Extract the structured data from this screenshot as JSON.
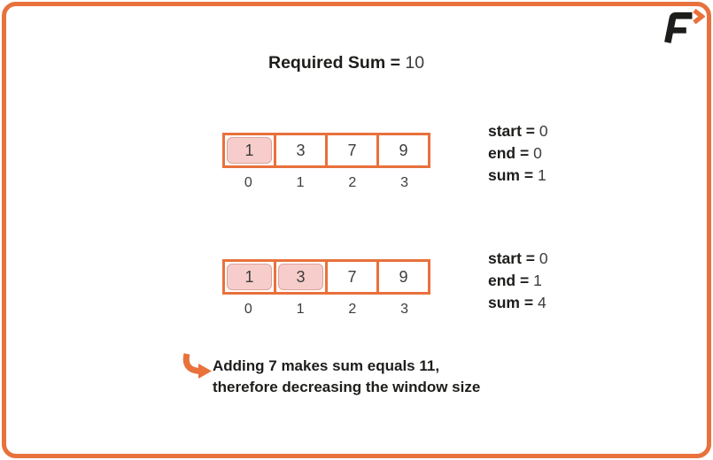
{
  "page": {
    "accent_color": "#E8713C",
    "highlight_fill": "#F6CDCA",
    "highlight_border": "#DFA29B",
    "text_color": "#1d1d1b"
  },
  "logo": {
    "letter": "F",
    "icon": "brand-f-chevron-icon"
  },
  "title": {
    "label": "Required Sum =",
    "value": "10"
  },
  "steps": [
    {
      "array": {
        "values": [
          "1",
          "3",
          "7",
          "9"
        ],
        "highlighted": [
          0
        ],
        "indices": [
          "0",
          "1",
          "2",
          "3"
        ]
      },
      "state": [
        {
          "label": "start =",
          "value": "0"
        },
        {
          "label": "end =",
          "value": "0"
        },
        {
          "label": "sum =",
          "value": "1"
        }
      ]
    },
    {
      "array": {
        "values": [
          "1",
          "3",
          "7",
          "9"
        ],
        "highlighted": [
          0,
          1
        ],
        "indices": [
          "0",
          "1",
          "2",
          "3"
        ]
      },
      "state": [
        {
          "label": "start =",
          "value": "0"
        },
        {
          "label": "end =",
          "value": "1"
        },
        {
          "label": "sum =",
          "value": "4"
        }
      ]
    }
  ],
  "note": {
    "icon": "curved-right-arrow-icon",
    "line1": "Adding 7 makes sum equals 11,",
    "line2": "therefore decreasing the window size"
  }
}
